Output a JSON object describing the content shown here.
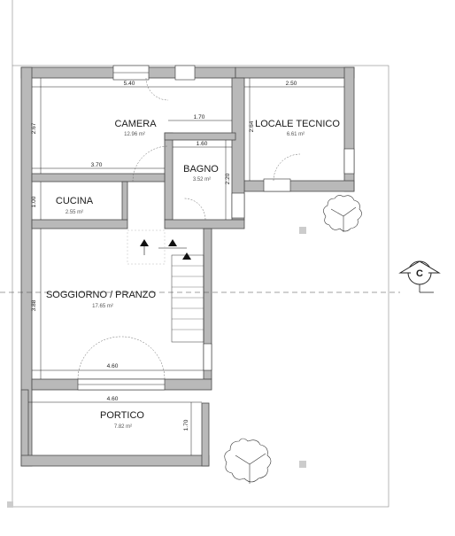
{
  "rooms": [
    {
      "id": "camera",
      "name": "CAMERA",
      "area": "12.96 m²"
    },
    {
      "id": "locale",
      "name": "LOCALE TECNICO",
      "area": "6.61 m²"
    },
    {
      "id": "bagno",
      "name": "BAGNO",
      "area": "3.52 m²"
    },
    {
      "id": "cucina",
      "name": "CUCINA",
      "area": "2.55 m²"
    },
    {
      "id": "soggiorno",
      "name": "SOGGIORNO / PRANZO",
      "area": "17.65 m²"
    },
    {
      "id": "portico",
      "name": "PORTICO",
      "area": "7.82 m²"
    }
  ],
  "dimensions": {
    "camera_width": "5.40",
    "locale_width": "2.50",
    "camera_height": "2.67",
    "locale_height": "2.64",
    "corridor": "1.70",
    "bagno_width": "1.60",
    "bagno_height": "2.20",
    "camera_lower": "3.70",
    "cucina_height": "1.00",
    "soggiorno_height": "3.88",
    "soggiorno_width": "4.60",
    "portico_width": "4.60",
    "portico_height": "1.70"
  },
  "section_marker": "C",
  "colors": {
    "wall": "#b9b9b9",
    "line": "#333333",
    "marker": "#dddddd"
  }
}
